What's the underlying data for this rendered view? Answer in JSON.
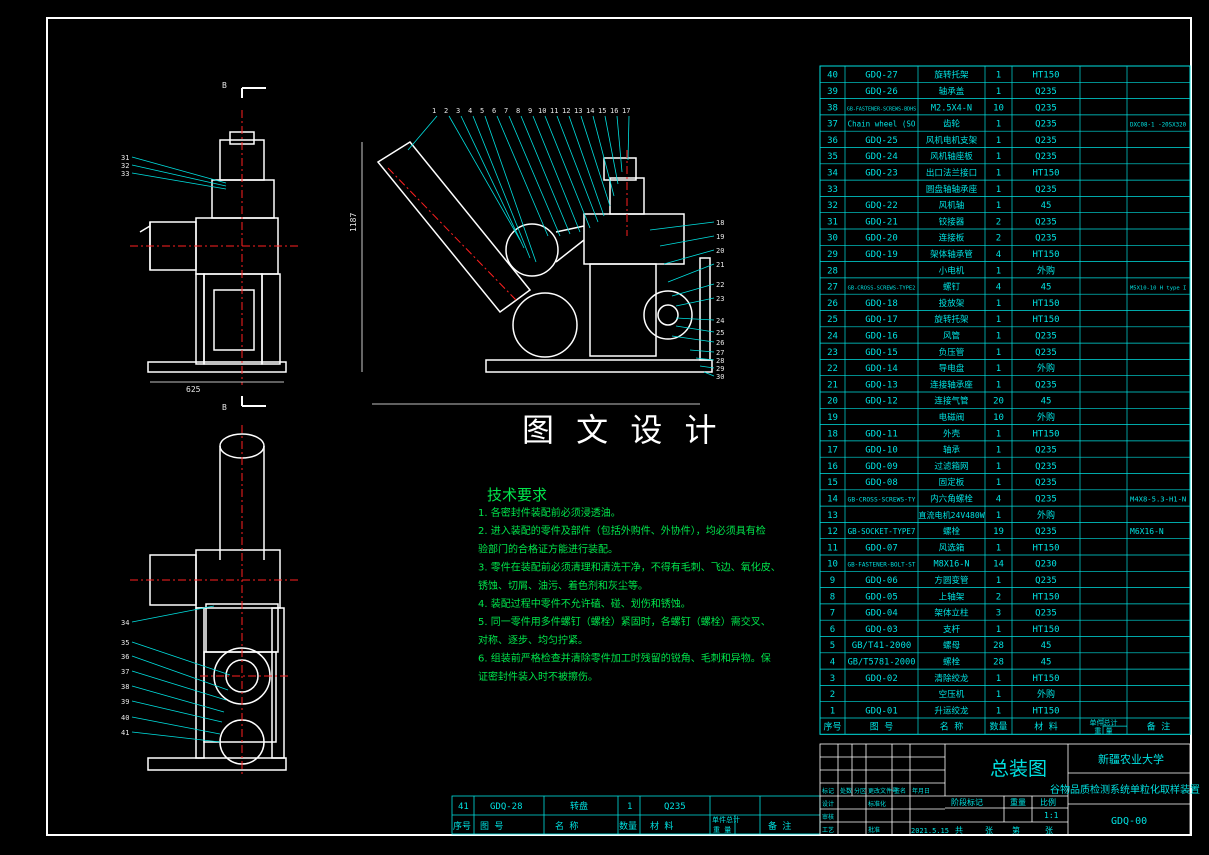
{
  "parts": [
    {
      "no": "40",
      "code": "GDQ-27",
      "name": "旋转托架",
      "qty": "1",
      "material": "HT150",
      "note": ""
    },
    {
      "no": "39",
      "code": "GDQ-26",
      "name": "轴承盖",
      "qty": "1",
      "material": "Q235",
      "note": ""
    },
    {
      "no": "38",
      "code": "GB-FASTENER-SCREWS-BDHS",
      "name": "M2.5X4-N",
      "qty": "10",
      "material": "Q235",
      "note": ""
    },
    {
      "no": "37",
      "code": "Chain wheel (SO",
      "name": "齿轮",
      "qty": "1",
      "material": "Q235",
      "note": "DXC08-1 -20SX320"
    },
    {
      "no": "36",
      "code": "GDQ-25",
      "name": "风机电机支架",
      "qty": "1",
      "material": "Q235",
      "note": ""
    },
    {
      "no": "35",
      "code": "GDQ-24",
      "name": "风机轴座板",
      "qty": "1",
      "material": "Q235",
      "note": ""
    },
    {
      "no": "34",
      "code": "GDQ-23",
      "name": "出口法兰接口",
      "qty": "1",
      "material": "HT150",
      "note": ""
    },
    {
      "no": "33",
      "code": "",
      "name": "圆盘轴轴承座",
      "qty": "1",
      "material": "Q235",
      "note": ""
    },
    {
      "no": "32",
      "code": "GDQ-22",
      "name": "风机轴",
      "qty": "1",
      "material": "45",
      "note": ""
    },
    {
      "no": "31",
      "code": "GDQ-21",
      "name": "铰接器",
      "qty": "2",
      "material": "Q235",
      "note": ""
    },
    {
      "no": "30",
      "code": "GDQ-20",
      "name": "连接板",
      "qty": "2",
      "material": "Q235",
      "note": ""
    },
    {
      "no": "29",
      "code": "GDQ-19",
      "name": "架体轴承管",
      "qty": "4",
      "material": "HT150",
      "note": ""
    },
    {
      "no": "28",
      "code": "",
      "name": "小电机",
      "qty": "1",
      "material": "外购",
      "note": ""
    },
    {
      "no": "27",
      "code": "GB-CROSS-SCREWS-TYPE2",
      "name": "螺钉",
      "qty": "4",
      "material": "45",
      "note": "M5X10-10 H type I"
    },
    {
      "no": "26",
      "code": "GDQ-18",
      "name": "投放架",
      "qty": "1",
      "material": "HT150",
      "note": ""
    },
    {
      "no": "25",
      "code": "GDQ-17",
      "name": "旋转托架",
      "qty": "1",
      "material": "HT150",
      "note": ""
    },
    {
      "no": "24",
      "code": "GDQ-16",
      "name": "风管",
      "qty": "1",
      "material": "Q235",
      "note": ""
    },
    {
      "no": "23",
      "code": "GDQ-15",
      "name": "负压管",
      "qty": "1",
      "material": "Q235",
      "note": ""
    },
    {
      "no": "22",
      "code": "GDQ-14",
      "name": "导电盘",
      "qty": "1",
      "material": "外购",
      "note": ""
    },
    {
      "no": "21",
      "code": "GDQ-13",
      "name": "连接轴承座",
      "qty": "1",
      "material": "Q235",
      "note": ""
    },
    {
      "no": "20",
      "code": "GDQ-12",
      "name": "连接气管",
      "qty": "20",
      "material": "45",
      "note": ""
    },
    {
      "no": "19",
      "code": "",
      "name": "电磁阀",
      "qty": "10",
      "material": "外购",
      "note": ""
    },
    {
      "no": "18",
      "code": "GDQ-11",
      "name": "外壳",
      "qty": "1",
      "material": "HT150",
      "note": ""
    },
    {
      "no": "17",
      "code": "GDQ-10",
      "name": "轴承",
      "qty": "1",
      "material": "Q235",
      "note": ""
    },
    {
      "no": "16",
      "code": "GDQ-09",
      "name": "过滤箱网",
      "qty": "1",
      "material": "Q235",
      "note": ""
    },
    {
      "no": "15",
      "code": "GDQ-08",
      "name": "固定板",
      "qty": "1",
      "material": "Q235",
      "note": ""
    },
    {
      "no": "14",
      "code": "GB-CROSS-SCREWS-TY",
      "name": "内六角螺栓",
      "qty": "4",
      "material": "Q235",
      "note": "M4X8-5.3-H1-N"
    },
    {
      "no": "13",
      "code": "",
      "name": "直流电机24V480W",
      "qty": "1",
      "material": "外购",
      "note": ""
    },
    {
      "no": "12",
      "code": "GB-SOCKET-TYPE7",
      "name": "螺栓",
      "qty": "19",
      "material": "Q235",
      "note": "M6X16-N"
    },
    {
      "no": "11",
      "code": "GDQ-07",
      "name": "风选箱",
      "qty": "1",
      "material": "HT150",
      "note": ""
    },
    {
      "no": "10",
      "code": "GB-FASTENER-BOLT-ST",
      "name": "M8X16-N",
      "qty": "14",
      "material": "Q230",
      "note": ""
    },
    {
      "no": "9",
      "code": "GDQ-06",
      "name": "方圆变管",
      "qty": "1",
      "material": "Q235",
      "note": ""
    },
    {
      "no": "8",
      "code": "GDQ-05",
      "name": "上轴架",
      "qty": "2",
      "material": "HT150",
      "note": ""
    },
    {
      "no": "7",
      "code": "GDQ-04",
      "name": "架体立柱",
      "qty": "3",
      "material": "Q235",
      "note": ""
    },
    {
      "no": "6",
      "code": "GDQ-03",
      "name": "支杆",
      "qty": "1",
      "material": "HT150",
      "note": ""
    },
    {
      "no": "5",
      "code": "GB/T41-2000",
      "name": "螺母",
      "qty": "28",
      "material": "45",
      "note": ""
    },
    {
      "no": "4",
      "code": "GB/T5781-2000",
      "name": "螺栓",
      "qty": "28",
      "material": "45",
      "note": ""
    },
    {
      "no": "3",
      "code": "GDQ-02",
      "name": "清除绞龙",
      "qty": "1",
      "material": "HT150",
      "note": ""
    },
    {
      "no": "2",
      "code": "",
      "name": "空压机",
      "qty": "1",
      "material": "外购",
      "note": ""
    },
    {
      "no": "1",
      "code": "GDQ-01",
      "name": "升运绞龙",
      "qty": "1",
      "material": "HT150",
      "note": ""
    }
  ],
  "bom_header": {
    "no": "序号",
    "code": "图    号",
    "name": "名    称",
    "qty": "数量",
    "material": "材    料",
    "wt_top": "单件总计",
    "wt_bottom": "重    量",
    "note": "备    注"
  },
  "lower_bom": {
    "row": {
      "no": "41",
      "code": "GDQ-28",
      "name": "转盘",
      "qty": "1",
      "material": "Q235"
    },
    "header": {
      "no": "序号",
      "code": "图    号",
      "name": "名    称",
      "qty": "数量",
      "material": "材    料",
      "wt_top": "单件总计",
      "wt_bottom": "重    量",
      "note": "备    注"
    }
  },
  "title_block": {
    "drawing_title": "总装图",
    "school": "新疆农业大学",
    "project": "谷物品质检测系统单粒化取样装置",
    "drawing_no": "GDQ-00",
    "scale": "1:1",
    "stage_mark": "阶段标记",
    "weight": "重量",
    "scale_label": "比例",
    "sheet_a": "共",
    "sheet_b": "张",
    "sheet_c": "第",
    "sheet_d": "张",
    "date": "2021.5.15",
    "small_labels": [
      "标记",
      "处数",
      "分区",
      "更改文件号",
      "签名",
      "年月日",
      "设计",
      "标准化",
      "审核",
      "工艺",
      "批准"
    ]
  },
  "drawing": {
    "stamp": "图 文 设 计",
    "dim_height": "1187",
    "dim_width": "625",
    "section_mark": "B",
    "tech_title": "技术要求",
    "tech_lines": [
      "1. 各密封件装配前必须浸透油。",
      "2. 进入装配的零件及部件（包括外购件、外协件），均必须具有检",
      "   验部门的合格证方能进行装配。",
      "3. 零件在装配前必须清理和清洗干净，不得有毛刺、飞边、氧化皮、",
      "   锈蚀、切屑、油污、着色剂和灰尘等。",
      "4. 装配过程中零件不允许磕、碰、划伤和锈蚀。",
      "5. 同一零件用多件螺钉（螺栓）紧固时，各螺钉（螺栓）需交叉、",
      "   对称、逐步、均匀拧紧。",
      "6. 组装前严格检查并清除零件加工时残留的锐角、毛刺和异物。保",
      "   证密封件装入时不被擦伤。"
    ],
    "balloons_front": [
      "1",
      "2",
      "3",
      "4",
      "5",
      "6",
      "7",
      "8",
      "9",
      "10",
      "11",
      "12",
      "13",
      "14",
      "15",
      "16",
      "17"
    ],
    "balloons_right": [
      "18",
      "19",
      "20",
      "21",
      "22",
      "23",
      "24",
      "25",
      "26",
      "27",
      "28",
      "29",
      "30"
    ],
    "balloons_side": [
      "31",
      "32",
      "33"
    ],
    "balloons_bottom": [
      "34",
      "35",
      "36",
      "37",
      "38",
      "39",
      "40",
      "41"
    ]
  },
  "colors": {
    "line": "#ffffff",
    "table": "#00e0e0",
    "center": "#ff2020",
    "leader": "#00e0e0",
    "text": "#00e64c"
  }
}
